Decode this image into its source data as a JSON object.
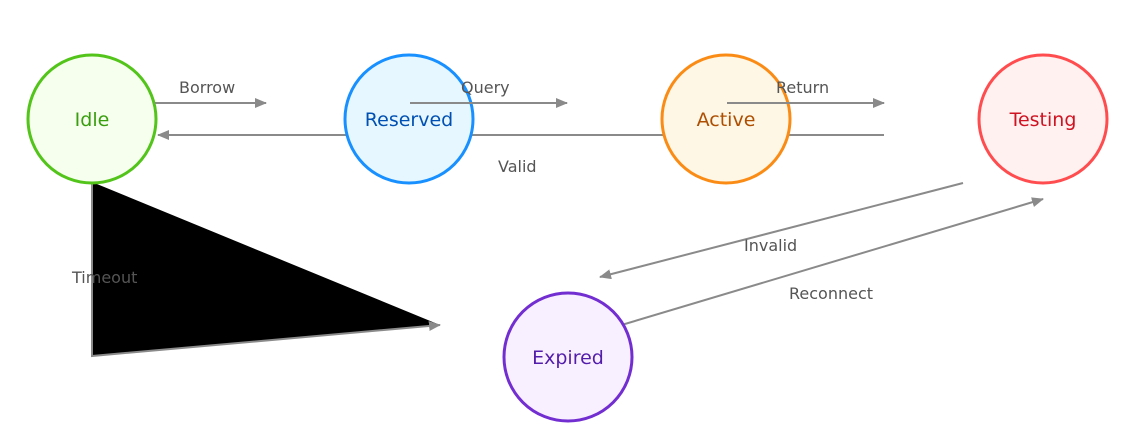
{
  "nodes": {
    "idle": {
      "label": "Idle",
      "stroke": "#52c41a",
      "fill": "#f6ffed",
      "text": "#389e0d"
    },
    "reserved": {
      "label": "Reserved",
      "stroke": "#1890ff",
      "fill": "#e6f7ff",
      "text": "#0050b3"
    },
    "active": {
      "label": "Active",
      "stroke": "#fa8c16",
      "fill": "#fff7e6",
      "text": "#ad4e00"
    },
    "testing": {
      "label": "Testing",
      "stroke": "#ff4d4f",
      "fill": "#fff1f0",
      "text": "#cf1322"
    },
    "expired": {
      "label": "Expired",
      "stroke": "#722ed1",
      "fill": "#f9f0ff",
      "text": "#531dab"
    }
  },
  "edges": {
    "borrow": {
      "label": "Borrow",
      "from": "Idle",
      "to": "Reserved"
    },
    "query": {
      "label": "Query",
      "from": "Reserved",
      "to": "Active"
    },
    "return": {
      "label": "Return",
      "from": "Active",
      "to": "Testing"
    },
    "valid": {
      "label": "Valid",
      "from": "Testing",
      "to": "Idle"
    },
    "invalid": {
      "label": "Invalid",
      "from": "Testing",
      "to": "Expired"
    },
    "reconnect": {
      "label": "Reconnect",
      "from": "Expired",
      "to": "Testing"
    },
    "timeout": {
      "label": "Timeout",
      "from": "Idle",
      "to": "Expired"
    }
  },
  "colors": {
    "edge": "#8a8a8a",
    "edge_label": "#555555",
    "timeout_fill": "#000000"
  }
}
